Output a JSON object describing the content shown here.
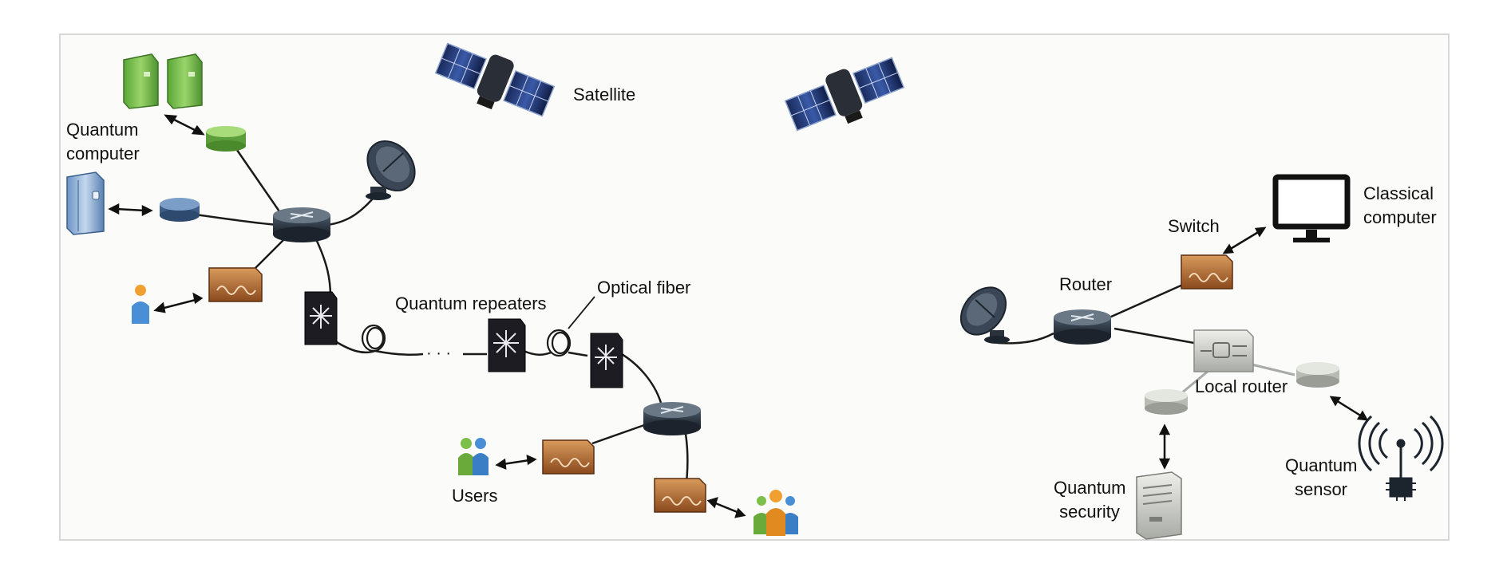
{
  "labels": {
    "satellite": "Satellite",
    "quantum_computer_1": "Quantum",
    "quantum_computer_2": "computer",
    "quantum_repeaters": "Quantum repeaters",
    "optical_fiber": "Optical fiber",
    "ellipsis": "· · ·",
    "users": "Users",
    "switch": "Switch",
    "classical_computer_1": "Classical",
    "classical_computer_2": "computer",
    "router": "Router",
    "local_router": "Local router",
    "quantum_security_1": "Quantum",
    "quantum_security_2": "security",
    "quantum_sensor_1": "Quantum",
    "quantum_sensor_2": "sensor"
  },
  "colors": {
    "border": "#d8d8d8",
    "router_body": "#2b3440",
    "switch_body": "#b86a2c",
    "quantum_green": "#7cbf4a",
    "quantum_blue": "#5b8fc7",
    "repeater_body": "#1c1c22",
    "link": "#1a1a1a"
  }
}
